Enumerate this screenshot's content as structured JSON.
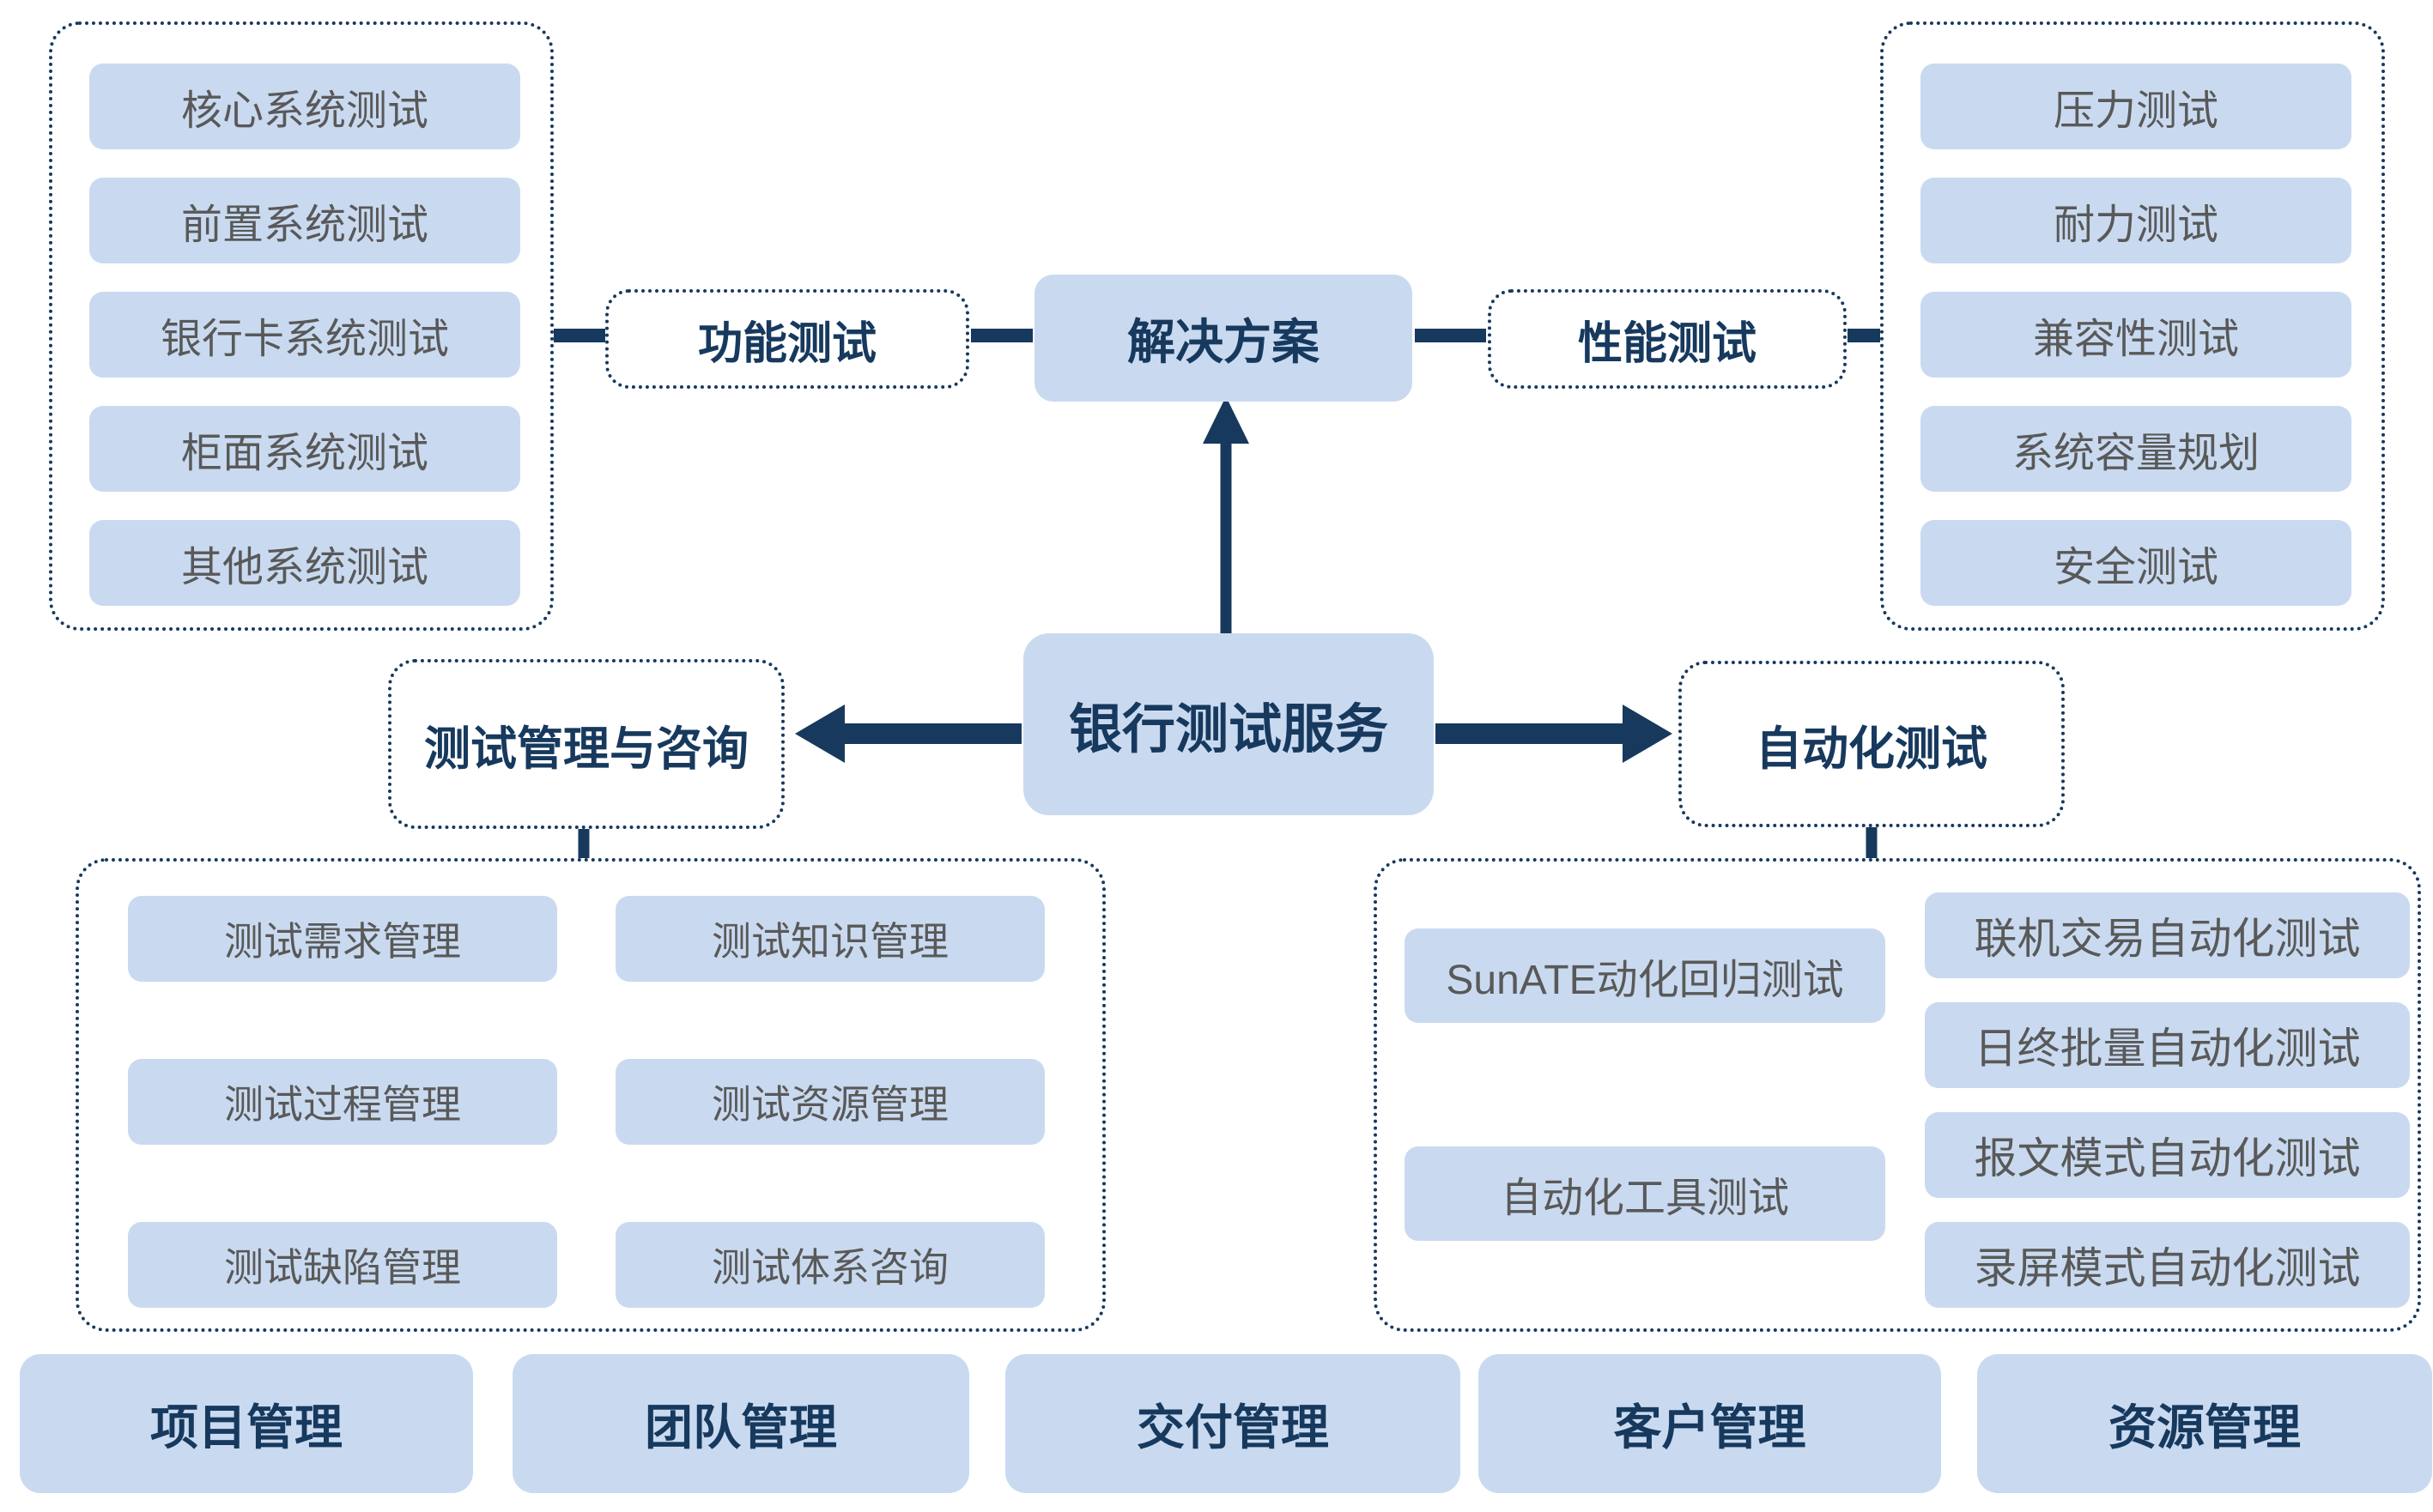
{
  "colors": {
    "box_fill": "#C9DAF0",
    "navy": "#17395E",
    "item_text": "#595959",
    "background": "#FFFFFF"
  },
  "center": {
    "label": "银行测试服务"
  },
  "solution": {
    "label": "解决方案"
  },
  "functional": {
    "label": "功能测试",
    "items": [
      "核心系统测试",
      "前置系统测试",
      "银行卡系统测试",
      "柜面系统测试",
      "其他系统测试"
    ]
  },
  "performance": {
    "label": "性能测试",
    "items": [
      "压力测试",
      "耐力测试",
      "兼容性测试",
      "系统容量规划",
      "安全测试"
    ]
  },
  "management": {
    "label": "测试管理与咨询",
    "items": [
      "测试需求管理",
      "测试知识管理",
      "测试过程管理",
      "测试资源管理",
      "测试缺陷管理",
      "测试体系咨询"
    ]
  },
  "automation": {
    "label": "自动化测试",
    "tools": [
      "SunATE动化回归测试",
      "自动化工具测试"
    ],
    "modes": [
      "联机交易自动化测试",
      "日终批量自动化测试",
      "报文模式自动化测试",
      "录屏模式自动化测试"
    ]
  },
  "bottom_bar": {
    "items": [
      "项目管理",
      "团队管理",
      "交付管理",
      "客户管理",
      "资源管理"
    ]
  }
}
